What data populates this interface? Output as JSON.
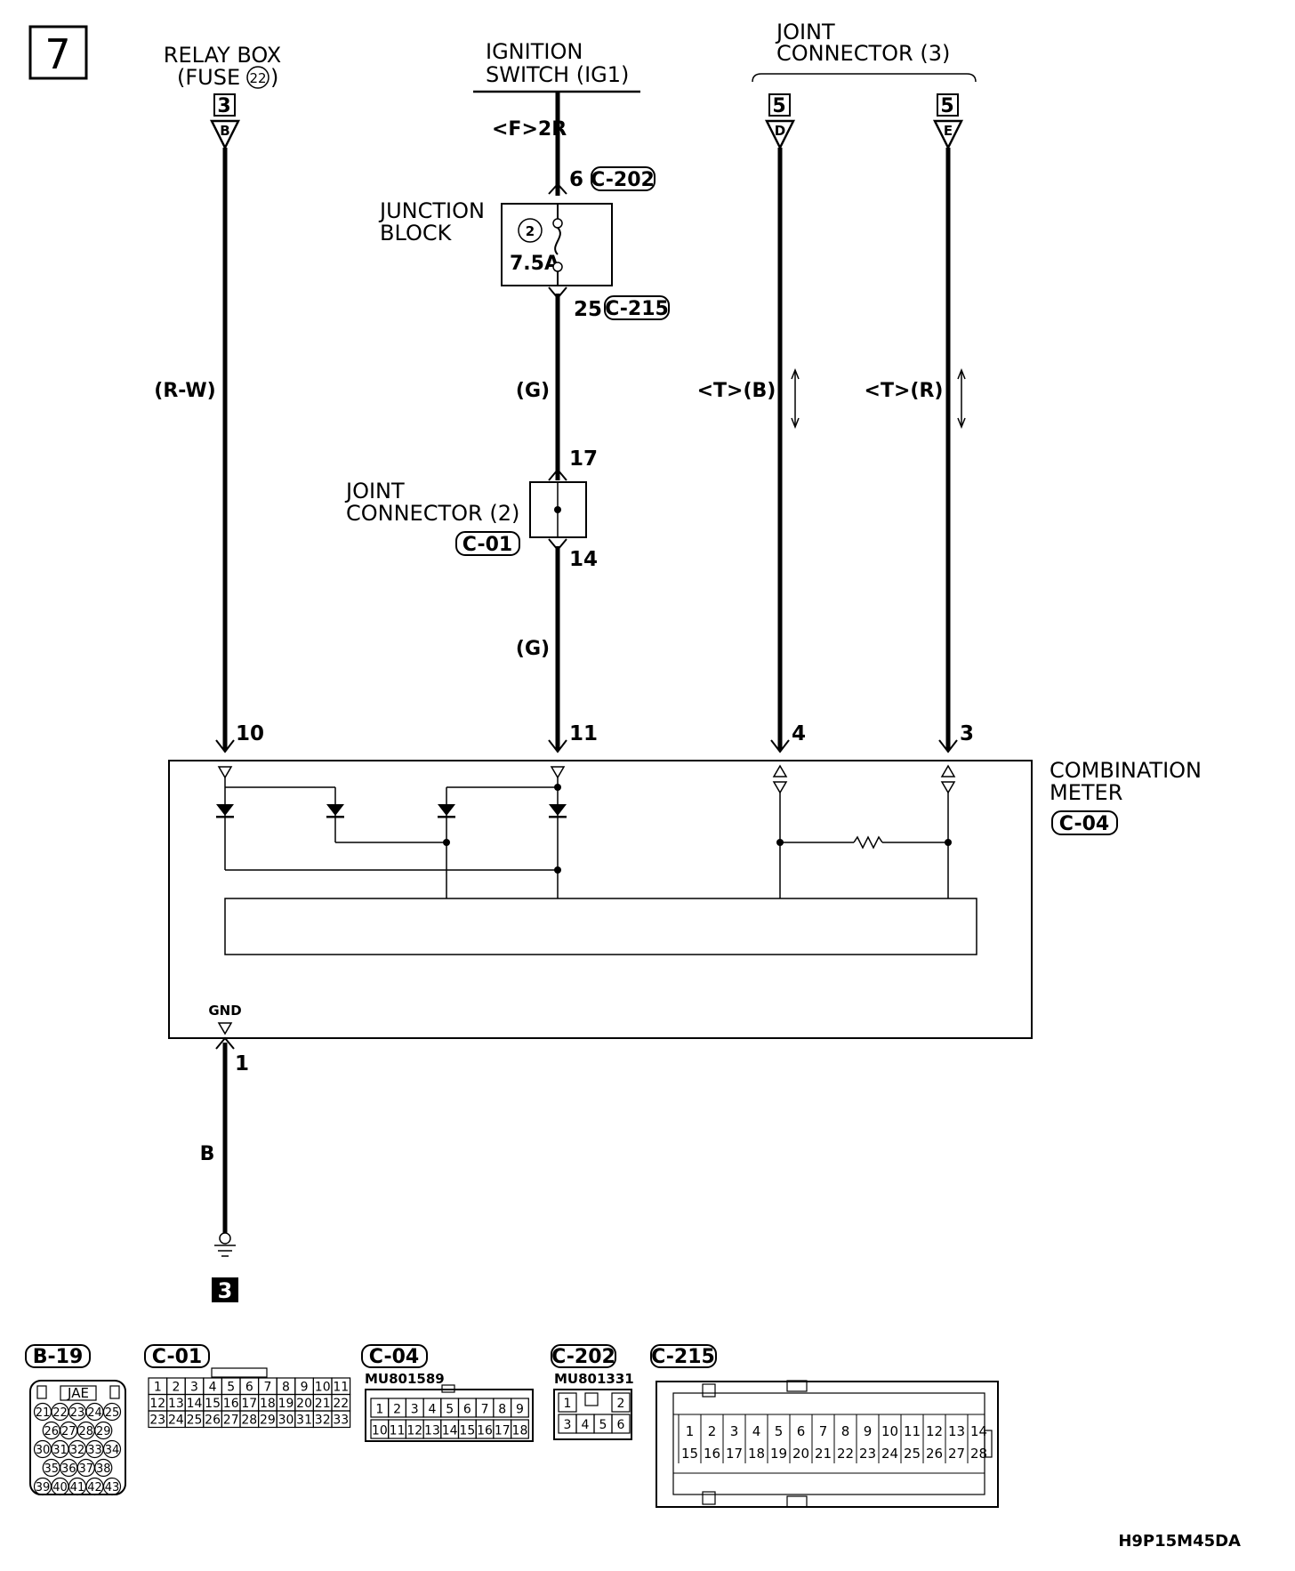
{
  "page": {
    "number": "7",
    "figure_code": "H9P15M45DA"
  },
  "sources": {
    "relay_box": {
      "line1": "RELAY BOX",
      "line2": "(FUSE",
      "fuse_no": "22",
      "line2_end": ")",
      "connector": "3",
      "terminal": "B"
    },
    "ignition_switch": {
      "line1": "IGNITION",
      "line2": "SWITCH (IG1)",
      "variant": "<F>2R"
    },
    "joint_connector_3": {
      "line1": "JOINT",
      "line2": "CONNECTOR (3)",
      "left_connector": "5",
      "left_terminal": "D",
      "right_connector": "5",
      "right_terminal": "E"
    }
  },
  "junction_block": {
    "line1": "JUNCTION",
    "line2": "BLOCK",
    "fuse_no": "2",
    "rating": "7.5A",
    "in_pin": "6",
    "in_connector": "C-202",
    "out_pin": "25",
    "out_connector": "C-215"
  },
  "joint_connector_2": {
    "line1": "JOINT",
    "line2": "CONNECTOR (2)",
    "connector": "C-01",
    "in_pin": "17",
    "out_pin": "14"
  },
  "wires": {
    "relay": "(R-W)",
    "ign_upper": "(G)",
    "ign_lower": "(G)",
    "jc3_left": "<T>(B)",
    "jc3_right": "<T>(R)",
    "ground": "B"
  },
  "combination_meter": {
    "line1": "COMBINATION",
    "line2": "METER",
    "connector": "C-04",
    "pins": {
      "relay": "10",
      "ign": "11",
      "jc_left": "4",
      "jc_right": "3"
    },
    "gnd_label": "GND",
    "gnd_pin": "1"
  },
  "ground_point": "3",
  "connectors": [
    {
      "id": "B-19",
      "brand": "JAE",
      "rows": [
        [
          "21",
          "22",
          "23",
          "24",
          "25"
        ],
        [
          "26",
          "27",
          "28",
          "29"
        ],
        [
          "30",
          "31",
          "32",
          "33",
          "34"
        ],
        [
          "35",
          "36",
          "37",
          "38"
        ],
        [
          "39",
          "40",
          "41",
          "42",
          "43"
        ]
      ]
    },
    {
      "id": "C-01",
      "rows": [
        [
          "1",
          "2",
          "3",
          "4",
          "5",
          "6",
          "7",
          "8",
          "9",
          "10",
          "11"
        ],
        [
          "12",
          "13",
          "14",
          "15",
          "16",
          "17",
          "18",
          "19",
          "20",
          "21",
          "22"
        ],
        [
          "23",
          "24",
          "25",
          "26",
          "27",
          "28",
          "29",
          "30",
          "31",
          "32",
          "33"
        ]
      ]
    },
    {
      "id": "C-04",
      "part": "MU801589",
      "rows": [
        [
          "1",
          "2",
          "3",
          "4",
          "5",
          "6",
          "7",
          "8",
          "9"
        ],
        [
          "10",
          "11",
          "12",
          "13",
          "14",
          "15",
          "16",
          "17",
          "18"
        ]
      ]
    },
    {
      "id": "C-202",
      "part": "MU801331",
      "rows": [
        [
          "1",
          "",
          "2"
        ],
        [
          "3",
          "4",
          "5",
          "6"
        ]
      ]
    },
    {
      "id": "C-215",
      "rows": [
        [
          "1",
          "2",
          "3",
          "4",
          "5",
          "6",
          "7",
          "8",
          "9",
          "10",
          "11",
          "12",
          "13",
          "14"
        ],
        [
          "15",
          "16",
          "17",
          "18",
          "19",
          "20",
          "21",
          "22",
          "23",
          "24",
          "25",
          "26",
          "27",
          "28"
        ]
      ]
    }
  ]
}
